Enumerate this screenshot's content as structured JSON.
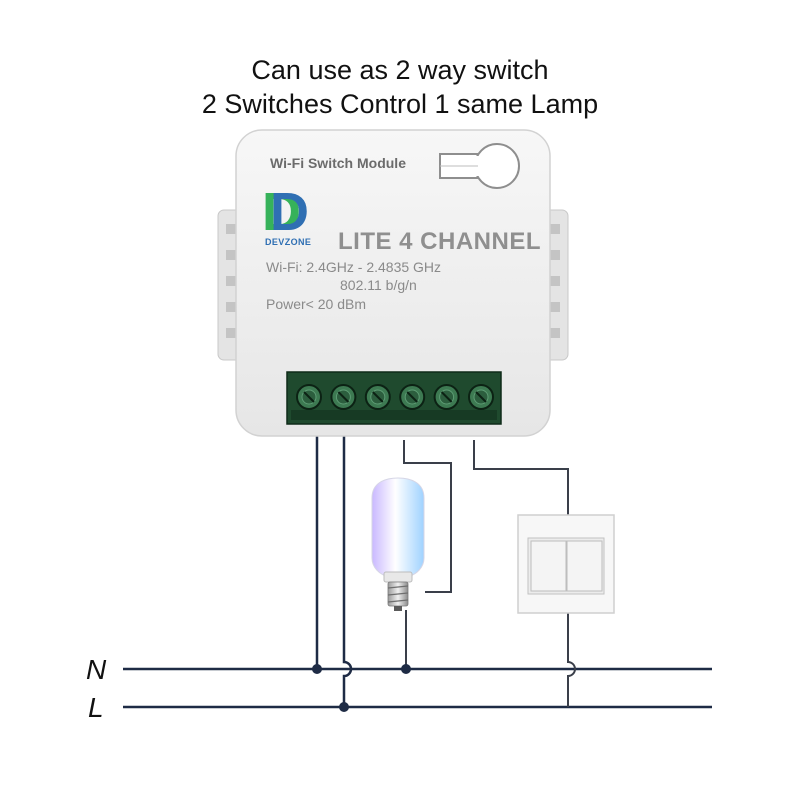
{
  "heading": {
    "line1": "Can use as 2 way switch",
    "line2": "2 Switches Control 1 same Lamp"
  },
  "module": {
    "title": "Wi-Fi Switch Module",
    "brand_letter": "D",
    "brand_name": "DEVZONE",
    "model": "LITE 4 CHANNEL",
    "spec_wifi": "Wi-Fi: 2.4GHz - 2.4835 GHz",
    "spec_standard": "802.11 b/g/n",
    "spec_power": "Power< 20 dBm",
    "terminal_count": 6
  },
  "lines": {
    "neutral_label": "N",
    "live_label": "L"
  },
  "colors": {
    "wire": "#1e2b45",
    "terminal_block": "#2b5a3a",
    "logo_green": "#36b25a",
    "logo_blue": "#2f6fb3",
    "module_body": "#f2f2f2"
  },
  "icons": {
    "lamp": "led-bulb-icon",
    "switch": "double-wall-switch-icon"
  }
}
